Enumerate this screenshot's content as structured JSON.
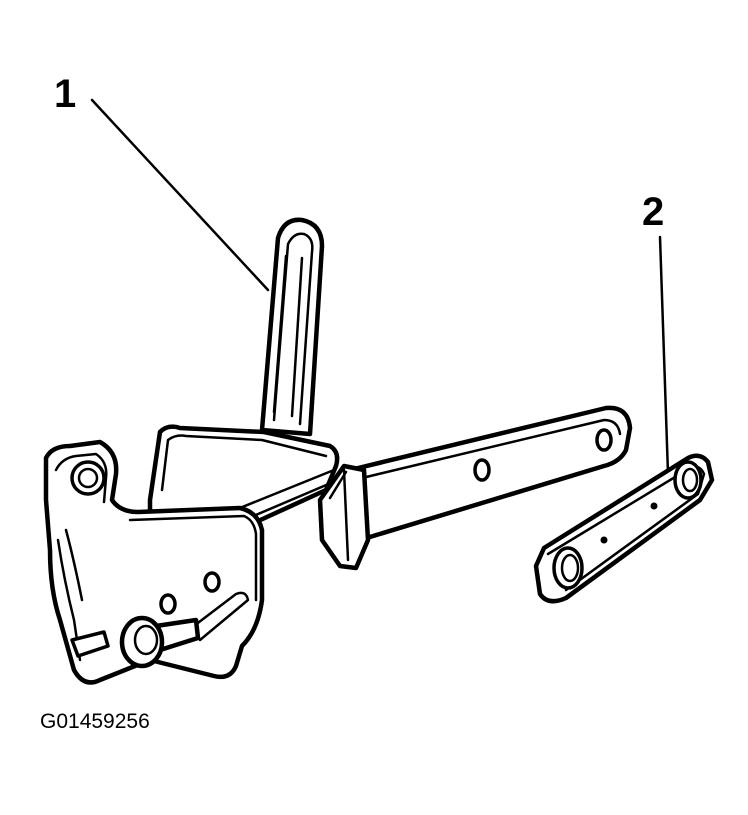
{
  "callouts": [
    {
      "label": "1"
    },
    {
      "label": "2"
    }
  ],
  "figure_id": "G01459256",
  "colors": {
    "line": "#000000",
    "background": "#ffffff"
  }
}
